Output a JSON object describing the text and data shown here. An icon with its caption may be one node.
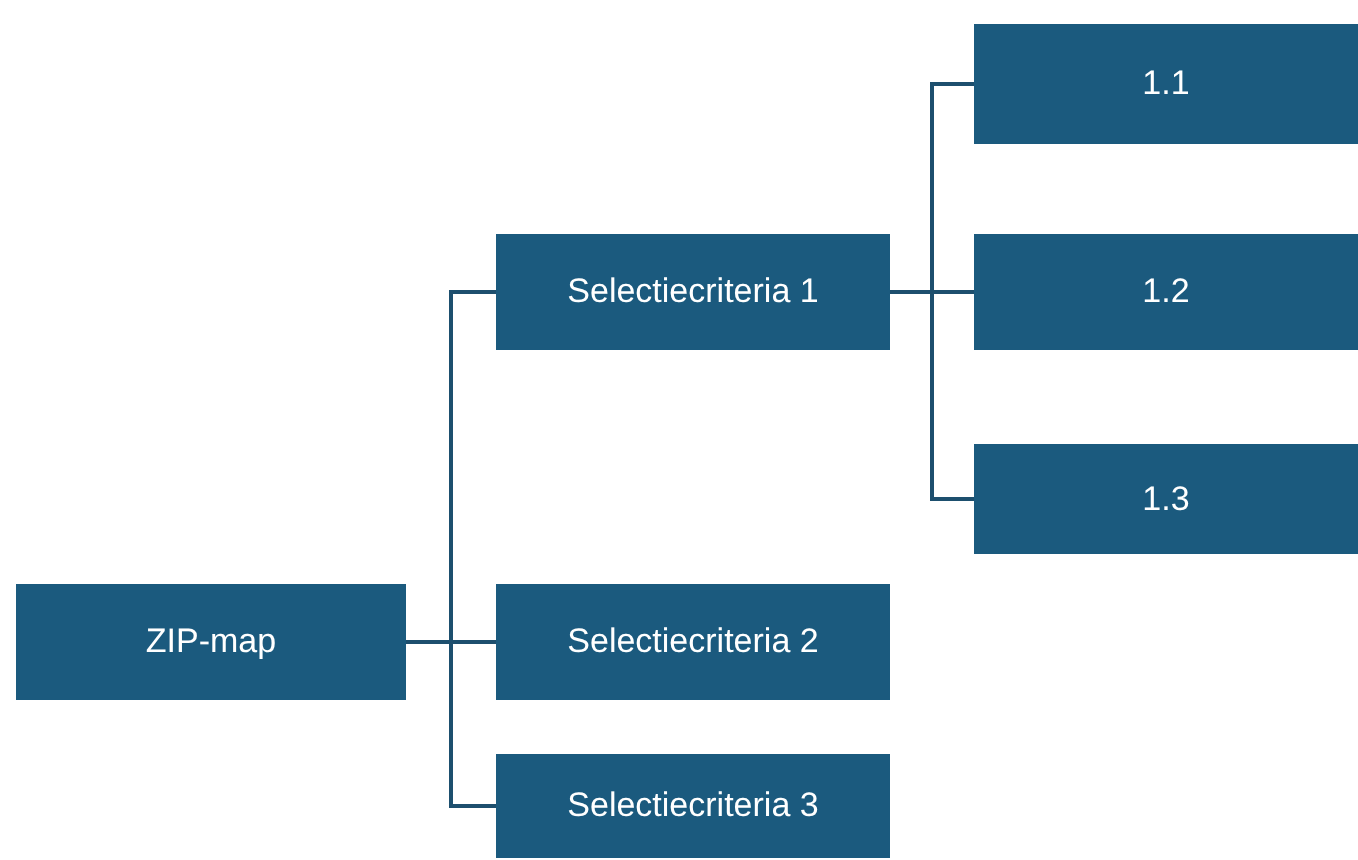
{
  "diagram": {
    "nodes": [
      {
        "text": [
          "ZIP-map"
        ]
      },
      {
        "text": [
          "Selectiecriteria 1"
        ]
      },
      {
        "text": [
          "Selectiecriteria 2"
        ]
      },
      {
        "text": [
          "Selectiecriteria 3"
        ]
      },
      {
        "text": [
          "1.1"
        ]
      },
      {
        "text": [
          "1.2"
        ]
      },
      {
        "text": [
          "1.3"
        ]
      }
    ],
    "edges": [
      {
        "from": 0,
        "to": 1,
        "arrow": "none"
      },
      {
        "from": 0,
        "to": 2,
        "arrow": "none"
      },
      {
        "from": 0,
        "to": 3,
        "arrow": "none"
      },
      {
        "from": 1,
        "to": 4,
        "arrow": "none"
      },
      {
        "from": 1,
        "to": 5,
        "arrow": "none"
      },
      {
        "from": 1,
        "to": 6,
        "arrow": "none"
      }
    ]
  }
}
